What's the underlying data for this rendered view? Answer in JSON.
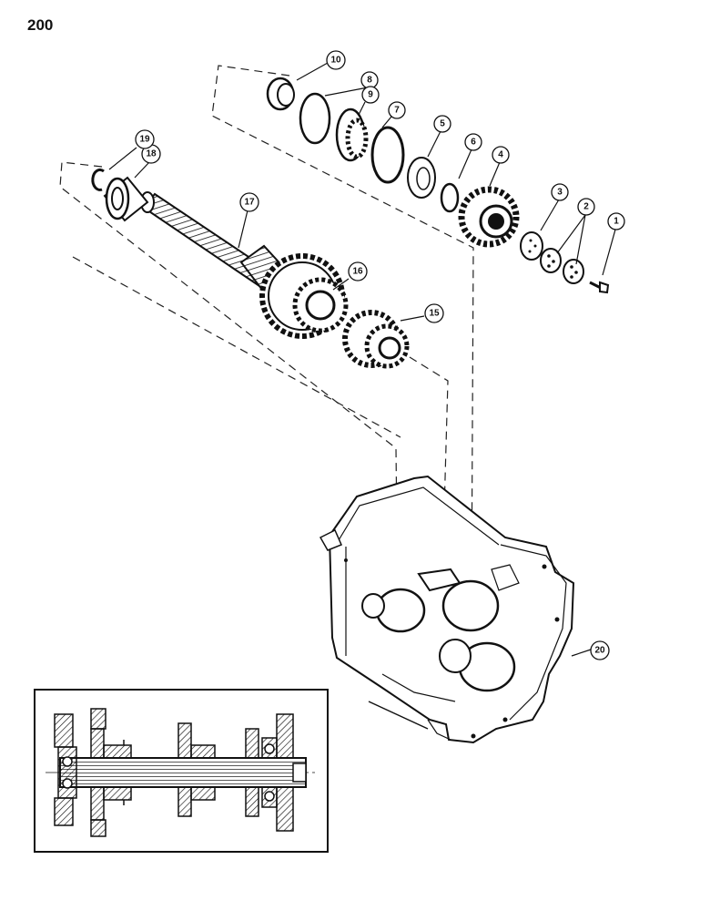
{
  "page_number": "200",
  "callouts": [
    {
      "id": "c1",
      "label": "1"
    },
    {
      "id": "c2",
      "label": "2"
    },
    {
      "id": "c3",
      "label": "3"
    },
    {
      "id": "c4",
      "label": "4"
    },
    {
      "id": "c5",
      "label": "5"
    },
    {
      "id": "c6",
      "label": "6"
    },
    {
      "id": "c7",
      "label": "7"
    },
    {
      "id": "c8",
      "label": "8"
    },
    {
      "id": "c9",
      "label": "9"
    },
    {
      "id": "c10",
      "label": "10"
    },
    {
      "id": "c15",
      "label": "15"
    },
    {
      "id": "c16",
      "label": "16"
    },
    {
      "id": "c17",
      "label": "17"
    },
    {
      "id": "c18",
      "label": "18"
    },
    {
      "id": "c19",
      "label": "19"
    },
    {
      "id": "c20",
      "label": "20"
    }
  ]
}
